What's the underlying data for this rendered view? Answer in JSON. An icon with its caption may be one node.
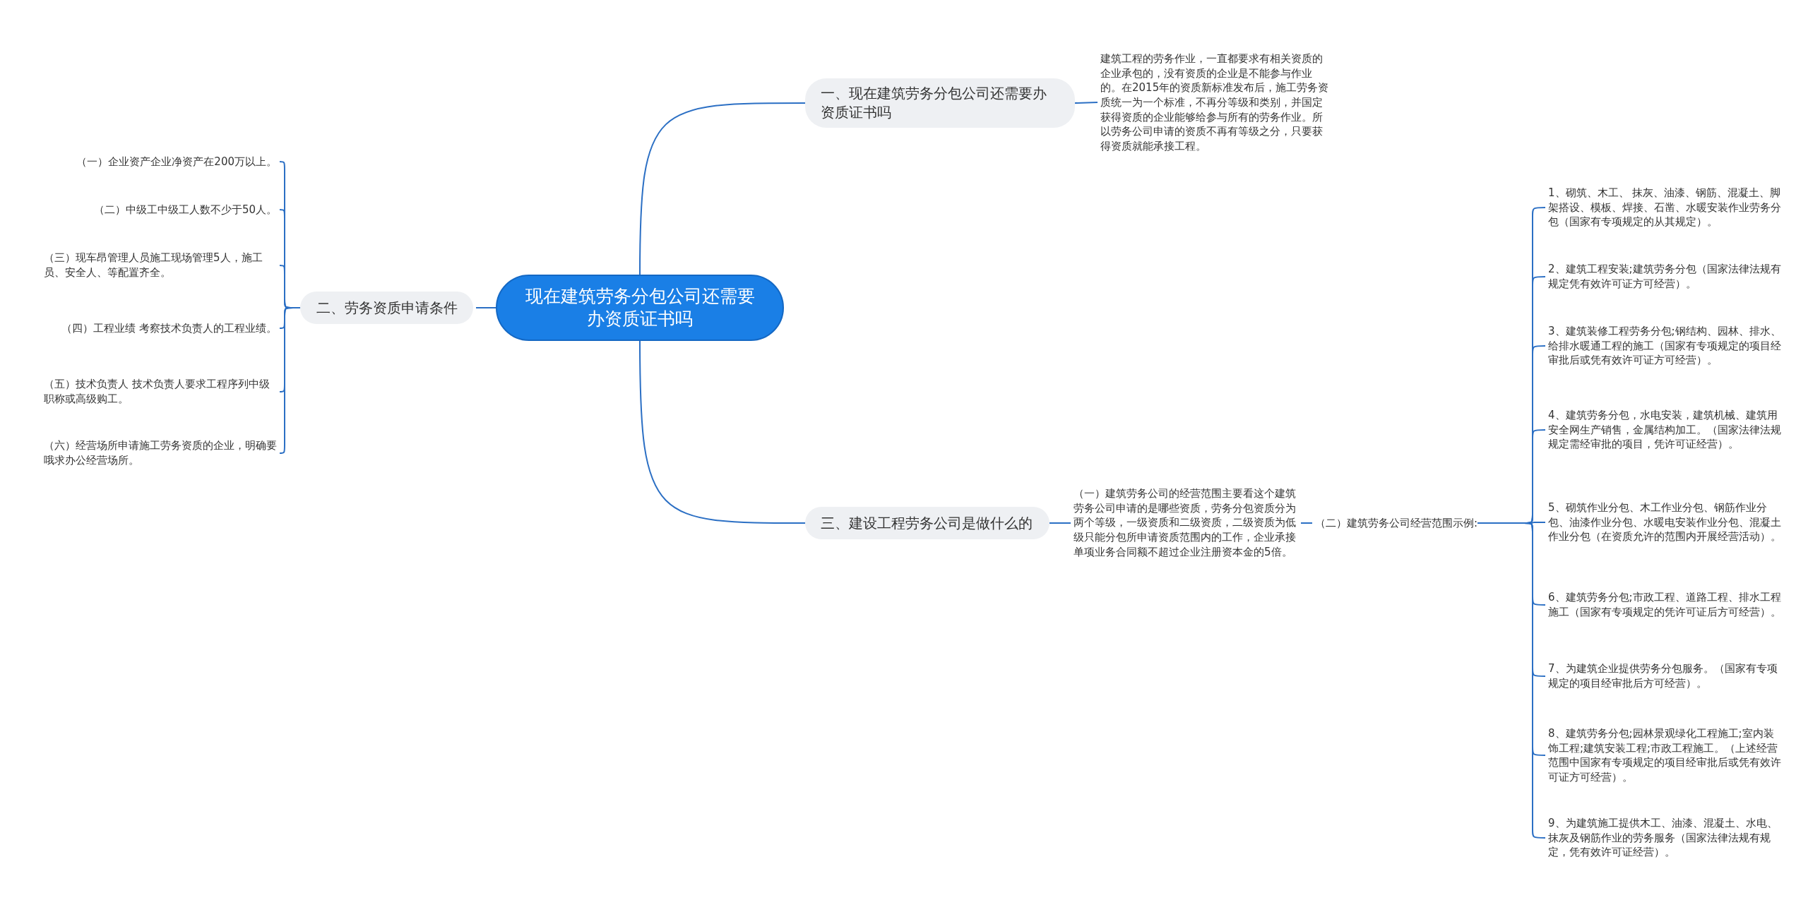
{
  "diagram": {
    "nodes": [
      {
        "text": [
          "现在建筑劳务分包公司还需要办资质证书吗"
        ]
      },
      {
        "text": [
          "一、现在建筑劳务分包公司还需要办资质证书吗"
        ]
      },
      {
        "text": [
          "建筑工程的劳务作业，一直都要求有相关资质的企业承包的，没有资质的企业是不能参与作业的。在2015年的资质新标准发布后，施工劳务资质统一为一个标准，不再分等级和类别，并国定获得资质的企业能够给参与所有的劳务作业。所以劳务公司申请的资质不再有等级之分，只要获得资质就能承接工程。"
        ]
      },
      {
        "text": [
          "二、劳务资质申请条件"
        ]
      },
      {
        "text": [
          "（一）企业资产企业净资产在200万以上。"
        ]
      },
      {
        "text": [
          "（二）中级工中级工人数不少于50人。"
        ]
      },
      {
        "text": [
          "（三）现车昂管理人员施工现场管理5人，施工员、安全人、等配置齐全。"
        ]
      },
      {
        "text": [
          "（四）工程业绩 考察技术负责人的工程业绩。"
        ]
      },
      {
        "text": [
          "（五）技术负责人 技术负责人要求工程序列中级职称或高级购工。"
        ]
      },
      {
        "text": [
          "（六）经营场所申请施工劳务资质的企业，明确要哦求办公经营场所。"
        ]
      },
      {
        "text": [
          "三、建设工程劳务公司是做什么的"
        ]
      },
      {
        "text": [
          "（一）建筑劳务公司的经营范围主要看这个建筑劳务公司申请的是哪些资质，劳务分包资质分为两个等级，一级资质和二级资质，二级资质为低级只能分包所申请资质范围内的工作，企业承接单项业务合同额不超过企业注册资本金的5倍。"
        ]
      },
      {
        "text": [
          "（二）建筑劳务公司经营范围示例:"
        ]
      },
      {
        "text": [
          "1、砌筑、木工、 抹灰、油漆、钢筋、混凝土、脚架搭设、模板、焊接、石凿、水暖安装作业劳务分包（国家有专项规定的从其规定）。"
        ]
      },
      {
        "text": [
          "2、建筑工程安装;建筑劳务分包（国家法律法规有规定凭有效许可证方可经营）。"
        ]
      },
      {
        "text": [
          "3、建筑装修工程劳务分包;钢结构、园林、排水、给排水暖通工程的施工（国家有专项规定的项目经审批后或凭有效许可证方可经营）。"
        ]
      },
      {
        "text": [
          "4、建筑劳务分包，水电安装，建筑机械、建筑用安全网生产销售，金属结构加工。（国家法律法规规定需经审批的项目，凭许可证经营）。"
        ]
      },
      {
        "text": [
          "5、砌筑作业分包、木工作业分包、钢筋作业分包、油漆作业分包、水暖电安装作业分包、混凝土作业分包（在资质允许的范围内开展经营活动）。"
        ]
      },
      {
        "text": [
          "6、建筑劳务分包;市政工程、道路工程、排水工程施工（国家有专项规定的凭许可证后方可经营）。"
        ]
      },
      {
        "text": [
          "7、为建筑企业提供劳务分包服务。（国家有专项规定的项目经审批后方可经营）。"
        ]
      },
      {
        "text": [
          "8、建筑劳务分包;园林景观绿化工程施工;室内装饰工程;建筑安装工程;市政工程施工。（上述经营范围中国家有专项规定的项目经审批后或凭有效许可证方可经营）。"
        ]
      },
      {
        "text": [
          "9、为建筑施工提供木工、油漆、混凝土、水电、抹灰及钢筋作业的劳务服务（国家法律法规有规定，凭有效许可证经营）。"
        ]
      }
    ],
    "edges": [
      {
        "from": 0,
        "to": 1,
        "arrow": "none"
      },
      {
        "from": 1,
        "to": 2,
        "arrow": "none"
      },
      {
        "from": 0,
        "to": 3,
        "arrow": "none"
      },
      {
        "from": 3,
        "to": 4,
        "arrow": "none"
      },
      {
        "from": 3,
        "to": 5,
        "arrow": "none"
      },
      {
        "from": 3,
        "to": 6,
        "arrow": "none"
      },
      {
        "from": 3,
        "to": 7,
        "arrow": "none"
      },
      {
        "from": 3,
        "to": 8,
        "arrow": "none"
      },
      {
        "from": 3,
        "to": 9,
        "arrow": "none"
      },
      {
        "from": 0,
        "to": 10,
        "arrow": "none"
      },
      {
        "from": 10,
        "to": 11,
        "arrow": "none"
      },
      {
        "from": 11,
        "to": 12,
        "arrow": "none"
      },
      {
        "from": 12,
        "to": 13,
        "arrow": "none"
      },
      {
        "from": 12,
        "to": 14,
        "arrow": "none"
      },
      {
        "from": 12,
        "to": 15,
        "arrow": "none"
      },
      {
        "from": 12,
        "to": 16,
        "arrow": "none"
      },
      {
        "from": 12,
        "to": 17,
        "arrow": "none"
      },
      {
        "from": 12,
        "to": 18,
        "arrow": "none"
      },
      {
        "from": 12,
        "to": 19,
        "arrow": "none"
      },
      {
        "from": 12,
        "to": 20,
        "arrow": "none"
      },
      {
        "from": 12,
        "to": 21,
        "arrow": "none"
      }
    ]
  }
}
